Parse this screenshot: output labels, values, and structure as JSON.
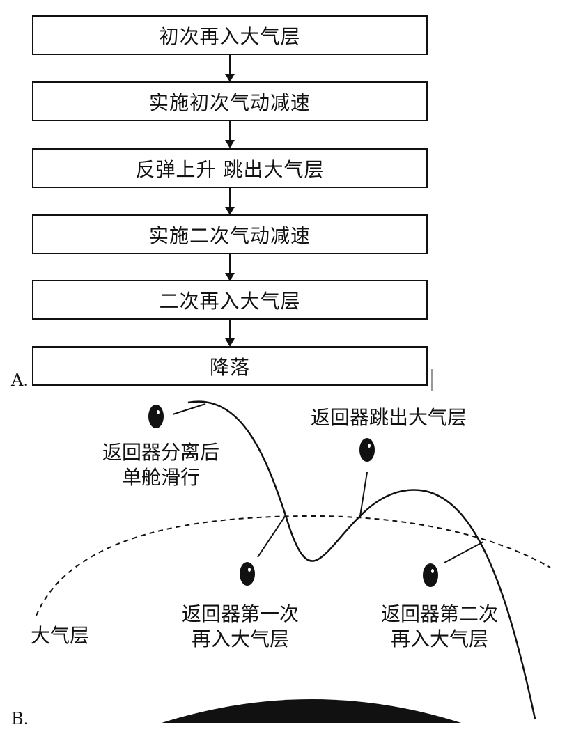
{
  "part_a": {
    "label": "A.",
    "steps": [
      "初次再入大气层",
      "实施初次气动减速",
      "反弹上升 跳出大气层",
      "实施二次气动减速",
      "二次再入大气层",
      "降落"
    ]
  },
  "part_b": {
    "label": "B.",
    "labels": {
      "separation_line1": "返回器分离后",
      "separation_line2": "单舱滑行",
      "skip_out": "返回器跳出大气层",
      "first_entry_line1": "返回器第一次",
      "first_entry_line2": "再入大气层",
      "second_entry_line1": "返回器第二次",
      "second_entry_line2": "再入大气层",
      "atmosphere": "大气层"
    }
  }
}
